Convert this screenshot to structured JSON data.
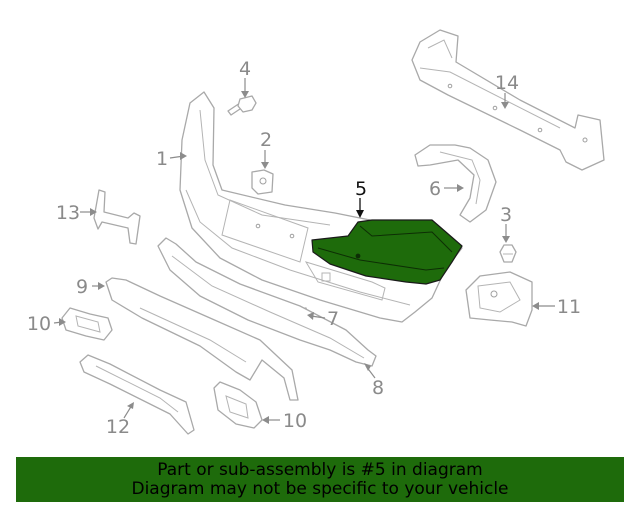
{
  "diagram": {
    "callouts": [
      {
        "id": "1",
        "label": "1"
      },
      {
        "id": "2",
        "label": "2"
      },
      {
        "id": "3",
        "label": "3"
      },
      {
        "id": "4",
        "label": "4"
      },
      {
        "id": "5",
        "label": "5"
      },
      {
        "id": "6",
        "label": "6"
      },
      {
        "id": "7",
        "label": "7"
      },
      {
        "id": "8",
        "label": "8"
      },
      {
        "id": "9",
        "label": "9"
      },
      {
        "id": "10a",
        "label": "10"
      },
      {
        "id": "10b",
        "label": "10"
      },
      {
        "id": "11",
        "label": "11"
      },
      {
        "id": "12",
        "label": "12"
      },
      {
        "id": "13",
        "label": "13"
      },
      {
        "id": "14",
        "label": "14"
      }
    ],
    "highlighted_part": "5",
    "highlight_color": "#1e6b0b",
    "line_color": "#a9a9a9",
    "label_color": "#8a8a8a"
  },
  "banner": {
    "line1": "Part or sub-assembly is #5 in diagram",
    "line2": "Diagram may not be specific to your vehicle",
    "background": "#1e6b0b"
  }
}
